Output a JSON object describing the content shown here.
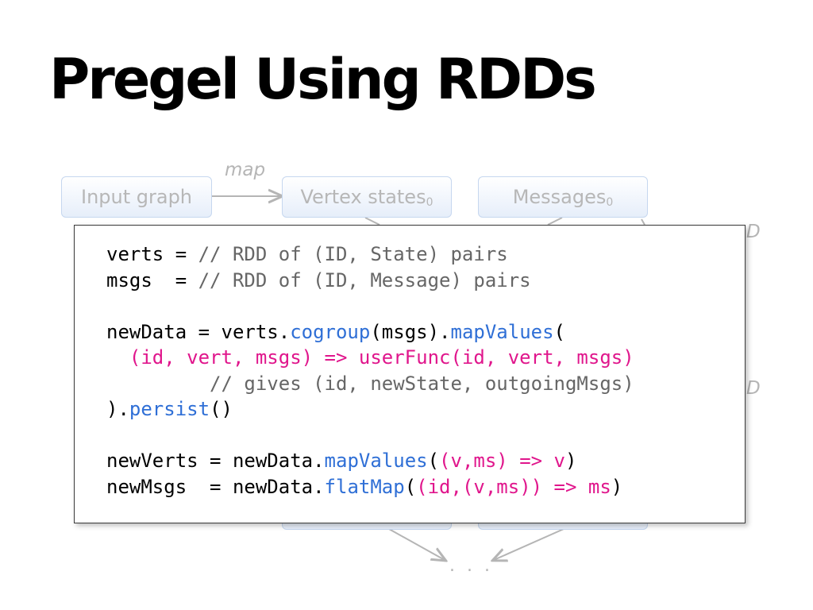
{
  "slide": {
    "title": "Pregel Using RDDs"
  },
  "diagram": {
    "nodes": {
      "input_graph": "Input graph",
      "vertex_states": "Vertex states",
      "vertex_states_sub": "0",
      "messages": "Messages",
      "messages_sub": "0"
    },
    "edge_labels": {
      "map": "map",
      "right_partial_1": "D",
      "right_partial_2": "D"
    },
    "ellipsis": ". . .",
    "colors": {
      "node_text": "#b7b7b7",
      "node_border": "#c6d7ef",
      "edge": "#b5b5b5"
    }
  },
  "code": {
    "lines": [
      [
        {
          "t": "verts = ",
          "c": "kw"
        },
        {
          "t": "// RDD of (ID, State) pairs",
          "c": "cm"
        }
      ],
      [
        {
          "t": "msgs  = ",
          "c": "kw"
        },
        {
          "t": "// RDD of (ID, Message) pairs",
          "c": "cm"
        }
      ],
      [],
      [
        {
          "t": "newData = verts.",
          "c": "kw"
        },
        {
          "t": "cogroup",
          "c": "fn"
        },
        {
          "t": "(msgs).",
          "c": "kw"
        },
        {
          "t": "mapValues",
          "c": "fn"
        },
        {
          "t": "(",
          "c": "kw"
        }
      ],
      [
        {
          "t": "  (id, vert, msgs) => userFunc(id, vert, msgs)",
          "c": "lam"
        }
      ],
      [
        {
          "t": "         // gives (id, newState, outgoingMsgs)",
          "c": "cm"
        }
      ],
      [
        {
          "t": ").",
          "c": "kw"
        },
        {
          "t": "persist",
          "c": "fn"
        },
        {
          "t": "()",
          "c": "kw"
        }
      ],
      [],
      [
        {
          "t": "newVerts = newData.",
          "c": "kw"
        },
        {
          "t": "mapValues",
          "c": "fn"
        },
        {
          "t": "(",
          "c": "kw"
        },
        {
          "t": "(v,ms) => v",
          "c": "lam"
        },
        {
          "t": ")",
          "c": "kw"
        }
      ],
      [
        {
          "t": "newMsgs  = newData.",
          "c": "kw"
        },
        {
          "t": "flatMap",
          "c": "fn"
        },
        {
          "t": "(",
          "c": "kw"
        },
        {
          "t": "(id,(v,ms)) => ms",
          "c": "lam"
        },
        {
          "t": ")",
          "c": "kw"
        }
      ]
    ],
    "colors": {
      "kw": "#000000",
      "cm": "#666666",
      "fn": "#2f6fd6",
      "lam": "#e0168c"
    }
  }
}
